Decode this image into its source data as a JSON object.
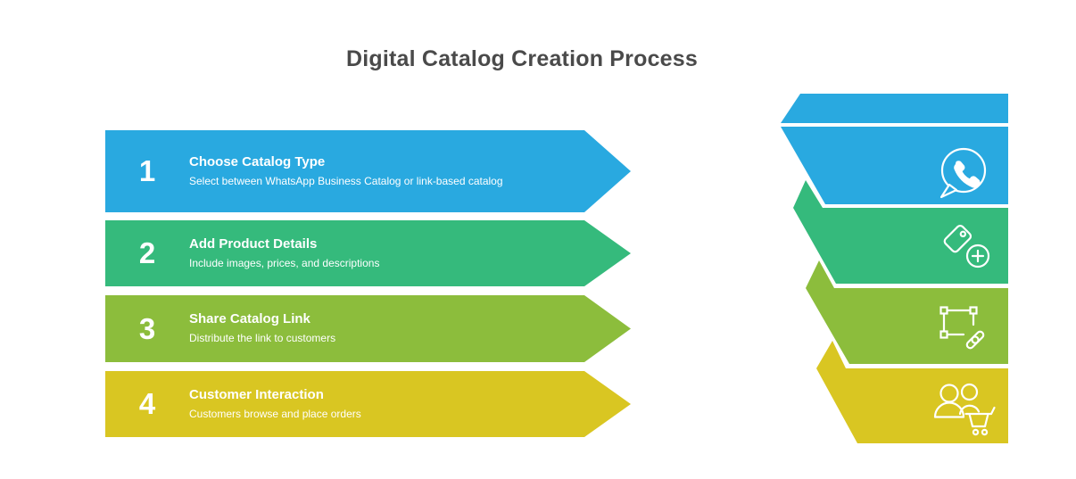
{
  "title": "Digital Catalog Creation Process",
  "colors": {
    "blue": "#29A9E0",
    "green": "#35BA7C",
    "olive": "#8CBD3C",
    "yellow": "#D9C622",
    "title_text": "#4A4A4A",
    "step_text": "#FFFFFF"
  },
  "steps": [
    {
      "number": "1",
      "title": "Choose Catalog Type",
      "description": "Select between WhatsApp Business Catalog or link-based catalog",
      "color": "#29A9E0",
      "icon": "whatsapp-icon"
    },
    {
      "number": "2",
      "title": "Add Product Details",
      "description": "Include images, prices, and descriptions",
      "color": "#35BA7C",
      "icon": "add-product-tag-icon"
    },
    {
      "number": "3",
      "title": "Share Catalog Link",
      "description": "Distribute the link to customers",
      "color": "#8CBD3C",
      "icon": "share-link-frame-icon"
    },
    {
      "number": "4",
      "title": "Customer Interaction",
      "description": "Customers browse and place orders",
      "color": "#D9C622",
      "icon": "customers-cart-icon"
    }
  ]
}
